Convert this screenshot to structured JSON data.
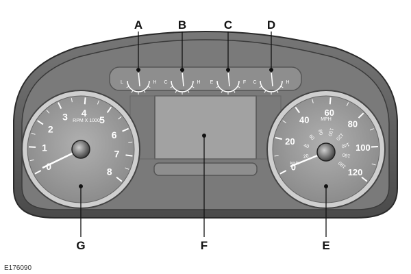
{
  "figure_id": "E176090",
  "callouts": {
    "a": "A",
    "b": "B",
    "c": "C",
    "d": "D",
    "e": "E",
    "f": "F",
    "g": "G"
  },
  "tachometer": {
    "ticks": [
      "0",
      "1",
      "2",
      "3",
      "4",
      "5",
      "6",
      "7",
      "8"
    ],
    "unit": "RPM X 1000"
  },
  "speedometer": {
    "mph_ticks": [
      "0",
      "20",
      "40",
      "60",
      "80",
      "100",
      "120"
    ],
    "mph_unit": "MPH",
    "kmh_ticks": [
      "20",
      "40",
      "60",
      "80",
      "100",
      "120",
      "140",
      "160",
      "180"
    ],
    "kmh_unit": "km/h"
  },
  "small_gauges": [
    {
      "left": "L",
      "right": "H"
    },
    {
      "left": "C",
      "right": "H"
    },
    {
      "left": "E",
      "right": "F"
    },
    {
      "left": "C",
      "right": "H"
    }
  ],
  "colors": {
    "bezel": "#5a5a5a",
    "face": "#9a9a9a",
    "markings": "#ffffff"
  }
}
